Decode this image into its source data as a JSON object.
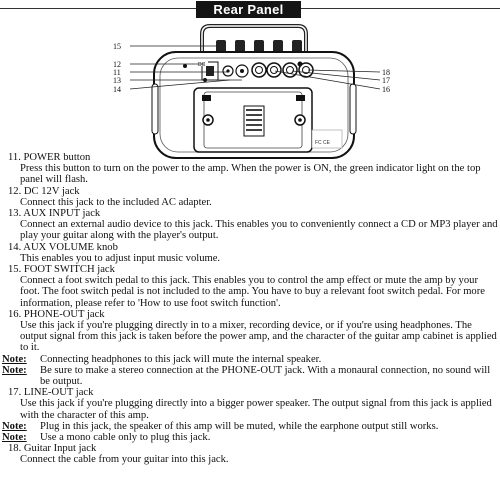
{
  "header": {
    "title": "Rear Panel"
  },
  "diagram": {
    "callouts": [
      "15",
      "12",
      "11",
      "13",
      "14",
      "18",
      "17",
      "16"
    ],
    "jack_badge": "DC"
  },
  "items": [
    {
      "head": "11.  POWER button",
      "body": "Press this button to turn on the power to the amp. When the power is ON, the green indicator light on the top panel will flash."
    },
    {
      "head": "12. DC 12V jack",
      "body": "Connect this jack to the included AC adapter."
    },
    {
      "head": "13. AUX INPUT jack",
      "body": "Connect an external audio device to this jack. This enables you to conveniently connect a CD or MP3 player and play your guitar along with the player's output."
    },
    {
      "head": "14. AUX VOLUME knob",
      "body": "This enables you to adjust input music volume."
    },
    {
      "head": "15. FOOT SWITCH jack",
      "body": "Connect a foot switch pedal to this jack. This enables you to control the amp effect or mute the amp by your foot. The foot switch pedal is not included to the amp. You have to buy a relevant foot switch pedal. For more information, please refer to 'How to use foot switch function'."
    },
    {
      "head": "16. PHONE-OUT jack",
      "body": "Use this jack if you're plugging directly in to a mixer, recording device, or if you're using headphones. The output signal from this jack is taken before the power amp, and the character of the guitar amp cabinet is applied to it."
    },
    {
      "head": "17. LINE-OUT jack",
      "body": "Use this jack if you're plugging directly into a bigger power speaker. The output signal from this jack is applied with the character of this amp."
    },
    {
      "head": "18. Guitar Input jack",
      "body": "Connect the cable from your guitar into this jack."
    }
  ],
  "notes": {
    "phone_out": [
      {
        "label": "Note:",
        "text": "Connecting headphones to this jack will mute the internal speaker."
      },
      {
        "label": "Note:",
        "text": "Be sure to make a stereo connection at the PHONE-OUT jack. With a monaural connection, no sound will be output."
      }
    ],
    "line_out": [
      {
        "label": "Note:",
        "text": "Plug in this jack, the speaker of this amp will be muted, while the earphone output still works."
      },
      {
        "label": "Note:",
        "text": "Use a mono cable only to plug this jack."
      }
    ]
  }
}
